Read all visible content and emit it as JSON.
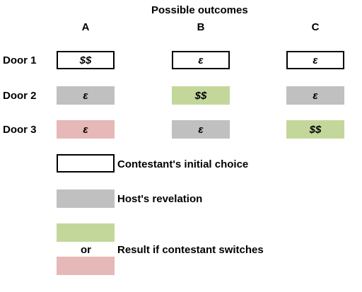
{
  "title": "Possible outcomes",
  "columns": [
    "A",
    "B",
    "C"
  ],
  "rows": [
    {
      "label": "Door 1",
      "cells": [
        {
          "text": "$$",
          "style": "white"
        },
        {
          "text": "ε",
          "style": "white"
        },
        {
          "text": "ε",
          "style": "white"
        }
      ]
    },
    {
      "label": "Door 2",
      "cells": [
        {
          "text": "ε",
          "style": "grey"
        },
        {
          "text": "$$",
          "style": "green"
        },
        {
          "text": "ε",
          "style": "grey"
        }
      ]
    },
    {
      "label": "Door 3",
      "cells": [
        {
          "text": "ε",
          "style": "pink"
        },
        {
          "text": "ε",
          "style": "grey"
        },
        {
          "text": "$$",
          "style": "green"
        }
      ]
    }
  ],
  "legend": {
    "initial_choice": "Contestant's initial choice",
    "host_revelation": "Host's revelation",
    "or": "or",
    "switch_result": "Result if contestant switches"
  },
  "colors": {
    "white": "#ffffff",
    "grey": "#c0c0c0",
    "green": "#c4d79b",
    "pink": "#e6b8b7",
    "border": "#000000"
  }
}
